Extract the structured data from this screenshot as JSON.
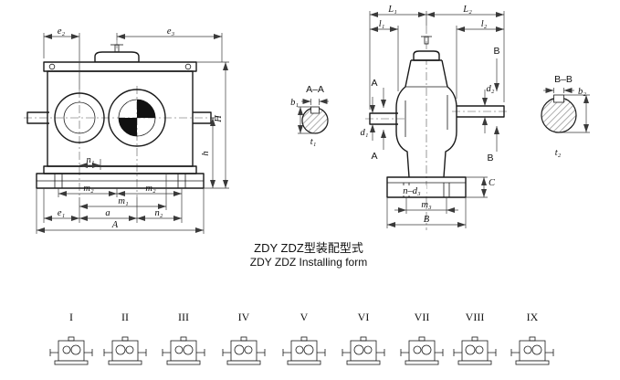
{
  "title": {
    "line_cn": "ZDY ZDZ型装配型式",
    "line_en": "ZDY ZDZ Installing form"
  },
  "front_view": {
    "e2": "e₂",
    "e3": "e₃",
    "H": "H",
    "h": "h",
    "n1": "n₁",
    "m2_left": "m₂",
    "m2_right": "m₂",
    "m1": "m₁",
    "e1": "e₁",
    "a": "a",
    "n2": "n₂",
    "A": "A"
  },
  "side_view": {
    "L1": "L₁",
    "L2": "L₂",
    "l1": "l₁",
    "l2": "l₂",
    "A_cut_top": "A",
    "A_cut_bottom": "A",
    "B_cut_top": "B",
    "B_cut_bottom": "B",
    "d1": "d₁",
    "d2": "d₂",
    "C": "C",
    "n_d3": "n–d₃",
    "m3": "m₃",
    "B_width": "B"
  },
  "section_AA": {
    "label": "A–A",
    "b1": "b₁",
    "t1": "t₁"
  },
  "section_BB": {
    "label": "B–B",
    "b2": "b₂",
    "t2": "t₂"
  },
  "forms": [
    {
      "label": "I"
    },
    {
      "label": "II"
    },
    {
      "label": "III"
    },
    {
      "label": "IV"
    },
    {
      "label": "V"
    },
    {
      "label": "VI"
    },
    {
      "label": "VII"
    },
    {
      "label": "VIII"
    },
    {
      "label": "IX"
    }
  ],
  "colors": {
    "line": "#1a1a1a",
    "dim": "#3a3a3a",
    "background": "#ffffff"
  }
}
